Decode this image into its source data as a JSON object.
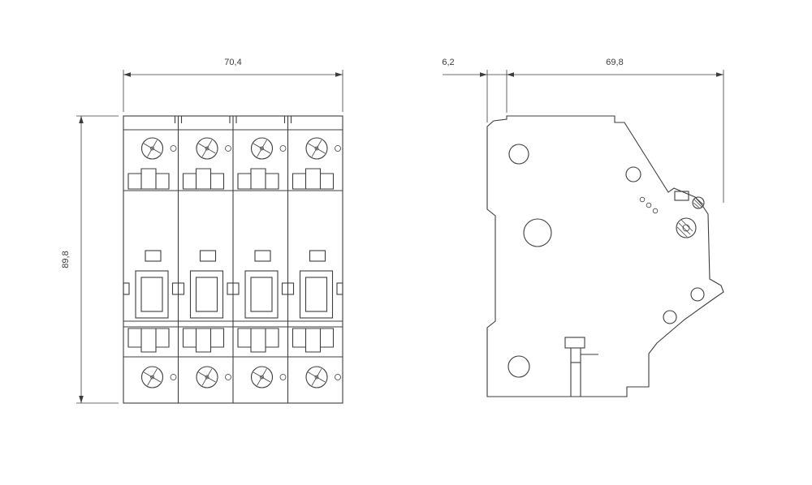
{
  "colors": {
    "ink": "#3d3d3d"
  },
  "front_view": {
    "width_label": "70,4",
    "height_label": "89,8"
  },
  "side_view": {
    "front_depth_label": "6,2",
    "body_depth_label": "69,8"
  }
}
